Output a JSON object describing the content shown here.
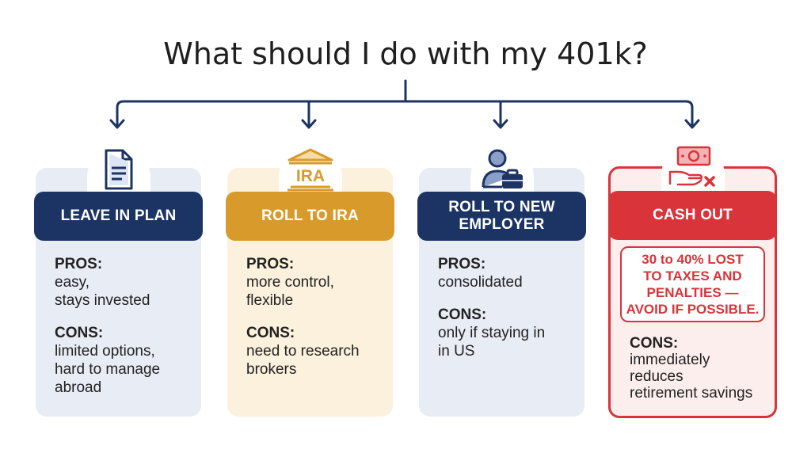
{
  "title": "What should I do with my 401k?",
  "colors": {
    "navy": "#1c3463",
    "gold": "#d89b2b",
    "red": "#d8343a",
    "card_blue": "#e8ecf5",
    "card_gold": "#fbf1dd",
    "card_red": "#fdeeee"
  },
  "options": [
    {
      "icon": "document-icon",
      "label": "LEAVE IN PLAN",
      "pros_title": "PROS:",
      "pros": "easy,\nstays invested",
      "cons_title": "CONS:",
      "cons": "limited options,\nhard to manage\nabroad"
    },
    {
      "icon": "bank-ira-icon",
      "icon_text": "IRA",
      "label": "ROLL TO IRA",
      "pros_title": "PROS:",
      "pros": "more control,\nflexible",
      "cons_title": "CONS:",
      "cons": "need to research\nbrokers"
    },
    {
      "icon": "person-briefcase-icon",
      "label": "ROLL TO NEW\nEMPLOYER",
      "pros_title": "PROS:",
      "pros": "consolidated",
      "cons_title": "CONS:",
      "cons": "only if staying in\nin US"
    },
    {
      "icon": "cash-hand-x-icon",
      "label": "CASH OUT",
      "warning": "30 to 40% LOST\nTO TAXES AND\nPENALTIES —\nAVOID IF POSSIBLE.",
      "cons_title": "CONS:",
      "cons": "immediately\nreduces\nretirement savings"
    }
  ]
}
